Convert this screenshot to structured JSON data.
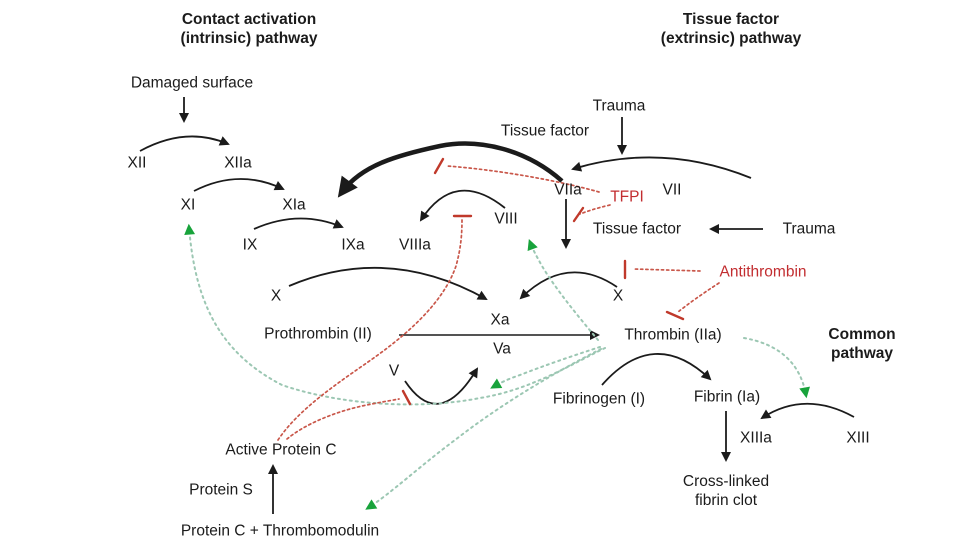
{
  "titles": {
    "intrinsic": "Contact activation\n(intrinsic) pathway",
    "extrinsic": "Tissue factor\n(extrinsic) pathway",
    "common": "Common\npathway"
  },
  "labels": {
    "damaged_surface": "Damaged surface",
    "xii": "XII",
    "xiia": "XIIa",
    "xi": "XI",
    "xia": "XIa",
    "ix": "IX",
    "ixa": "IXa",
    "viiia": "VIIIa",
    "viii": "VIII",
    "viia": "VIIa",
    "vii": "VII",
    "trauma_top": "Trauma",
    "tissue_factor_top": "Tissue factor",
    "tissue_factor_mid": "Tissue factor",
    "trauma_right": "Trauma",
    "x_left": "X",
    "x_right": "X",
    "xa": "Xa",
    "va": "Va",
    "v": "V",
    "prothrombin": "Prothrombin (II)",
    "thrombin": "Thrombin (IIa)",
    "fibrinogen": "Fibrinogen (I)",
    "fibrin": "Fibrin (Ia)",
    "xiiia": "XIIIa",
    "xiii": "XIII",
    "cross_linked_clot": "Cross-linked\nfibrin clot",
    "active_protein_c": "Active Protein C",
    "protein_s": "Protein S",
    "protein_c_thrombomodulin": "Protein C + Thrombomodulin"
  },
  "inhibitors": {
    "tfpi": "TFPI",
    "antithrombin": "Antithrombin"
  },
  "colors": {
    "black": "#1b1b1b",
    "inhibitor_red": "#c22d30",
    "inhibitor_dot_red": "#c9574a",
    "activation_green": "#18a33b",
    "activation_dot_green": "#9cc7b3"
  }
}
